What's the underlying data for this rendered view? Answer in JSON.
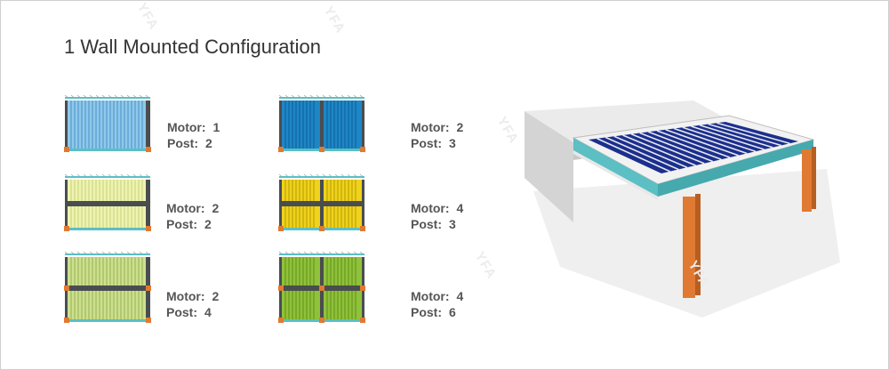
{
  "title": "1 Wall Mounted Configuration",
  "watermark": "YFA",
  "colors": {
    "frame": "#4a4d50",
    "beam": "#5bbfc4",
    "post": "#e07a32",
    "hatch": "#9ea2a6"
  },
  "configs": [
    {
      "motor_label": "Motor:",
      "motor": "1",
      "post_label": "Post:",
      "post": "2",
      "cols": 1,
      "rows": 1,
      "fill": "#8fc8ea",
      "line": "#4a90c8"
    },
    {
      "motor_label": "Motor:",
      "motor": "2",
      "post_label": "Post:",
      "post": "3",
      "cols": 2,
      "rows": 1,
      "fill": "#1f86c6",
      "line": "#0b5e98"
    },
    {
      "motor_label": "Motor:",
      "motor": "2",
      "post_label": "Post:",
      "post": "2",
      "cols": 1,
      "rows": 2,
      "fill": "#eef3b0",
      "line": "#c8d07a"
    },
    {
      "motor_label": "Motor:",
      "motor": "4",
      "post_label": "Post:",
      "post": "3",
      "cols": 2,
      "rows": 2,
      "fill": "#eed21c",
      "line": "#b89a00"
    },
    {
      "motor_label": "Motor:",
      "motor": "2",
      "post_label": "Post:",
      "post": "4",
      "cols": 1,
      "rows": 2,
      "fill": "#cde08f",
      "line": "#98b052"
    },
    {
      "motor_label": "Motor:",
      "motor": "4",
      "post_label": "Post:",
      "post": "6",
      "cols": 2,
      "rows": 2,
      "fill": "#8fc23a",
      "line": "#5f8f1a"
    }
  ],
  "pergola": {
    "wall": "#d4d4d4",
    "wall_top": "#ebebeb",
    "frame": "#f2f2f2",
    "frame_edge": "#5bbfc4",
    "louver": "#1b2f8c",
    "louver_gap": "#e6e8f0",
    "post": "#e07a32",
    "shadow": "#efefef"
  }
}
